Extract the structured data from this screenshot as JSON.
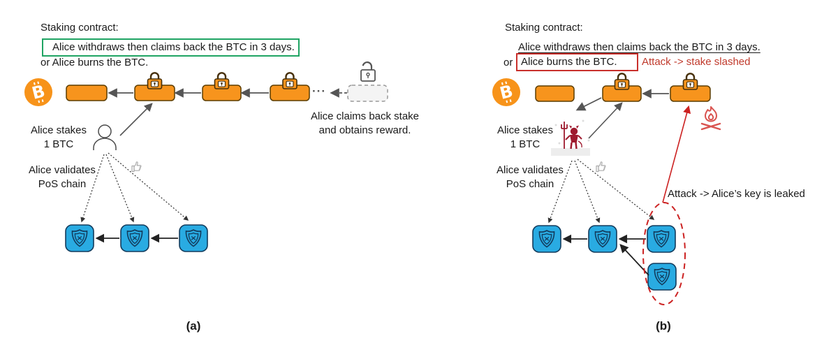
{
  "figure": {
    "type": "staking-contract-diagram",
    "panels": 2
  },
  "colors": {
    "orange": "#F7931A",
    "orange_block": "#F7941D",
    "orange_border": "#5c3d00",
    "blue_block": "#29ABE2",
    "blue_border": "#133B5C",
    "green_box": "#1FA463",
    "red_box": "#C9302C",
    "red_text": "#C0392B",
    "red_line": "#CC2222",
    "devil_red": "#9E1B2F",
    "gray_arrow": "#555555"
  },
  "icons": {
    "bitcoin-icon": "orange coin with white B",
    "lock-icon": "closed padlock on block",
    "unlock-icon": "open padlock",
    "person-icon": "user outline (Alice)",
    "devil-icon": "attacker devil with trident",
    "fire-icon": "campfire (stake burned)",
    "thumbs-up-icon": "approval thumb",
    "shield-icon": "shield with x (PoS block)",
    "ellipsis": "···"
  },
  "panel_a": {
    "label": "(a)",
    "contract_title": "Staking contract:",
    "withdraw_line": "Alice withdraws then claims back the BTC in 3 days.",
    "burn_line": "or Alice burns the BTC.",
    "stakes_line1": "Alice stakes",
    "stakes_line2": "1 BTC",
    "validates_line1": "Alice validates",
    "validates_line2": "PoS chain",
    "claims_line1": "Alice claims back stake",
    "claims_line2": "and obtains reward.",
    "chain_ellipsis": "···"
  },
  "panel_b": {
    "label": "(b)",
    "contract_title": "Staking contract:",
    "withdraw_line": "Alice withdraws then claims back the BTC in 3 days.",
    "or_prefix": "or",
    "burn_boxed": "Alice burns the BTC.",
    "attack_slashed": "Attack -> stake slashed",
    "attack_key_leaked": "Attack -> Alice’s key is leaked",
    "stakes_line1": "Alice stakes",
    "stakes_line2": "1 BTC",
    "validates_line1": "Alice validates",
    "validates_line2": "PoS chain"
  }
}
